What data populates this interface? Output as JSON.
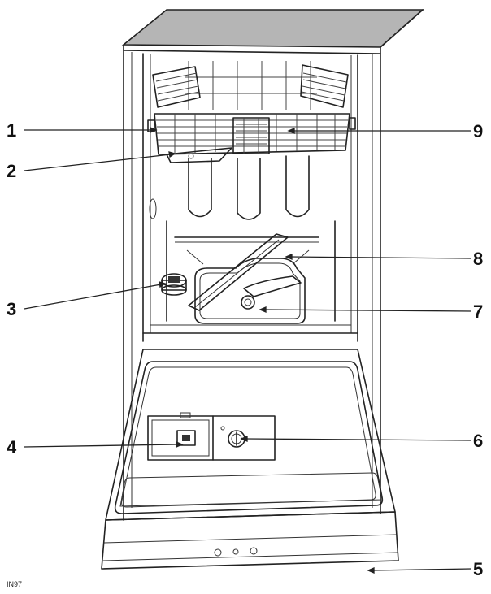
{
  "figure_code": "IN97",
  "callouts": [
    {
      "id": "1",
      "label": "1"
    },
    {
      "id": "2",
      "label": "2"
    },
    {
      "id": "3",
      "label": "3"
    },
    {
      "id": "4",
      "label": "4"
    },
    {
      "id": "5",
      "label": "5"
    },
    {
      "id": "6",
      "label": "6"
    },
    {
      "id": "7",
      "label": "7"
    },
    {
      "id": "8",
      "label": "8"
    },
    {
      "id": "9",
      "label": "9"
    }
  ],
  "colors": {
    "line": "#222222",
    "top_panel": "#b5b5b5",
    "background": "#ffffff"
  }
}
